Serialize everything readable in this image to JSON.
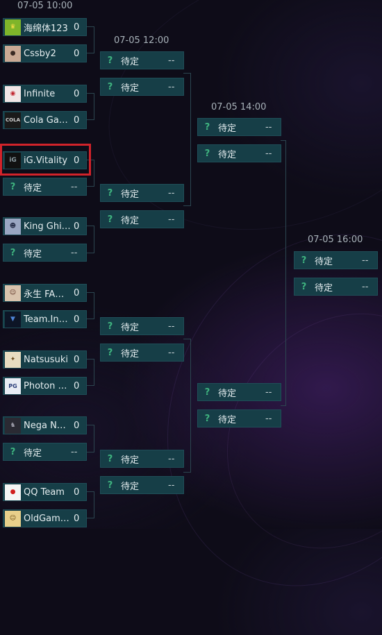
{
  "round_times": [
    "07-05 10:00",
    "07-05 12:00",
    "07-05 14:00",
    "07-05 16:00"
  ],
  "round1": [
    {
      "name": "海绵体123",
      "score": "0",
      "avatar_icon": "trophy-avatar-icon"
    },
    {
      "name": "Cssby2",
      "score": "0",
      "avatar_icon": "player-photo-avatar-icon"
    },
    {
      "name": "Infinite",
      "score": "0",
      "avatar_icon": "panda-logo-avatar-icon"
    },
    {
      "name": "Cola Ga…",
      "score": "0",
      "avatar_icon": "cola-logo-avatar-icon"
    },
    {
      "name": "iG.Vitality",
      "score": "0",
      "avatar_icon": "ig-logo-avatar-icon"
    },
    {
      "name": "待定",
      "score": "--",
      "tbd": true
    },
    {
      "name": "King Ghi…",
      "score": "0",
      "avatar_icon": "anime-girl-avatar-icon"
    },
    {
      "name": "待定",
      "score": "--",
      "tbd": true
    },
    {
      "name": "永生 FA…",
      "score": "0",
      "avatar_icon": "anime-boy-avatar-icon"
    },
    {
      "name": "Team.In…",
      "score": "0",
      "avatar_icon": "wolf-logo-avatar-icon"
    },
    {
      "name": "Natsusuki",
      "score": "0",
      "avatar_icon": "emblem-avatar-icon"
    },
    {
      "name": "Photon …",
      "score": "0",
      "avatar_icon": "pg-logo-avatar-icon"
    },
    {
      "name": "Nega N…",
      "score": "0",
      "avatar_icon": "shadow-figure-avatar-icon"
    },
    {
      "name": "待定",
      "score": "--",
      "tbd": true
    },
    {
      "name": "QQ Team",
      "score": "0",
      "avatar_icon": "qq-penguin-avatar-icon"
    },
    {
      "name": "OldGam…",
      "score": "0",
      "avatar_icon": "cartoon-avatar-icon"
    }
  ],
  "round2": [
    {
      "name": "待定",
      "score": "--"
    },
    {
      "name": "待定",
      "score": "--"
    },
    {
      "name": "待定",
      "score": "--"
    },
    {
      "name": "待定",
      "score": "--"
    },
    {
      "name": "待定",
      "score": "--"
    },
    {
      "name": "待定",
      "score": "--"
    },
    {
      "name": "待定",
      "score": "--"
    },
    {
      "name": "待定",
      "score": "--"
    }
  ],
  "round3": [
    {
      "name": "待定",
      "score": "--"
    },
    {
      "name": "待定",
      "score": "--"
    },
    {
      "name": "待定",
      "score": "--"
    },
    {
      "name": "待定",
      "score": "--"
    }
  ],
  "round4": [
    {
      "name": "待定",
      "score": "--"
    },
    {
      "name": "待定",
      "score": "--"
    }
  ],
  "tbd_mark": "?",
  "colors": {
    "slot_bg": "#163e47",
    "accent_question": "#3fb37f",
    "highlight_border": "#d1232a"
  }
}
